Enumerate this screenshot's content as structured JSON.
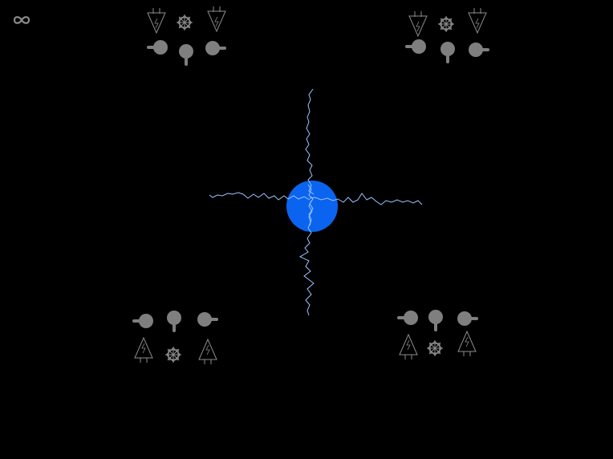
{
  "hud": {
    "mode_icon": "infinity-icon"
  },
  "colors": {
    "background": "#000000",
    "piece": "#7f7f7f",
    "piece_outline": "#8c8c8c",
    "core": "#0a64f0",
    "arc": "#9cc2ff"
  },
  "core": {
    "icon": "energy-orb"
  },
  "clusters": [
    {
      "id": "top-left",
      "orientation": "down",
      "icons": [
        "plug-icon",
        "gear-icon",
        "plug-icon",
        "lever-left-icon",
        "lever-down-icon",
        "lever-right-icon"
      ]
    },
    {
      "id": "top-right",
      "orientation": "down",
      "icons": [
        "plug-icon",
        "gear-icon",
        "plug-icon",
        "lever-left-icon",
        "lever-down-icon",
        "lever-right-icon"
      ]
    },
    {
      "id": "bottom-left",
      "orientation": "up",
      "icons": [
        "lever-left-icon",
        "lever-down-icon",
        "lever-right-icon",
        "plug-icon",
        "gear-icon",
        "plug-icon"
      ]
    },
    {
      "id": "bottom-right",
      "orientation": "up",
      "icons": [
        "lever-left-icon",
        "lever-down-icon",
        "lever-right-icon",
        "plug-icon",
        "gear-icon",
        "plug-icon"
      ]
    }
  ]
}
